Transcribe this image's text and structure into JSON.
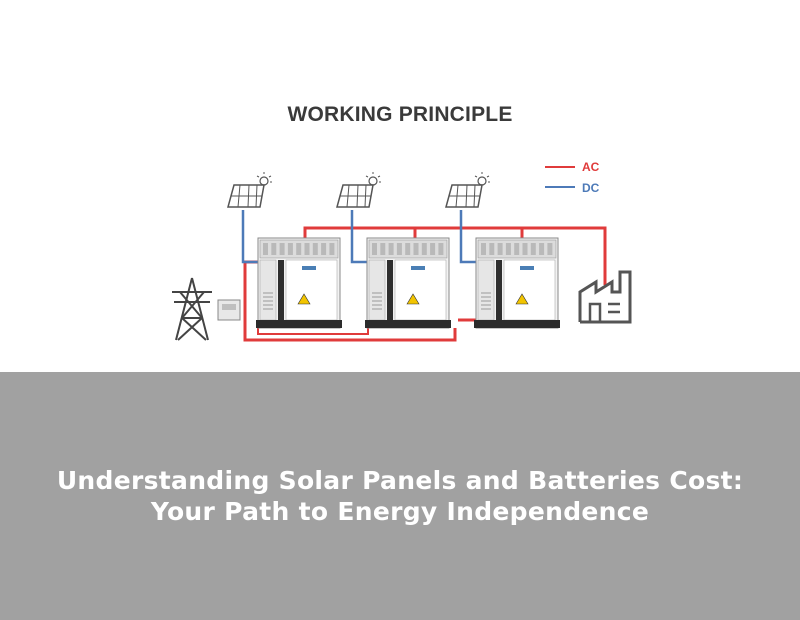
{
  "diagram": {
    "title": "WORKING PRINCIPLE",
    "legend": [
      {
        "label": "AC",
        "color": "#e03b3b"
      },
      {
        "label": "DC",
        "color": "#4d7ab8"
      }
    ],
    "units": 3,
    "icons": [
      "transmission-tower-icon",
      "meter-icon",
      "solar-panel-icon",
      "battery-cabinet-icon",
      "factory-icon"
    ]
  },
  "banner": {
    "title": "Understanding Solar Panels and Batteries Cost: Your Path to Energy Independence",
    "background": "#a1a1a1"
  }
}
